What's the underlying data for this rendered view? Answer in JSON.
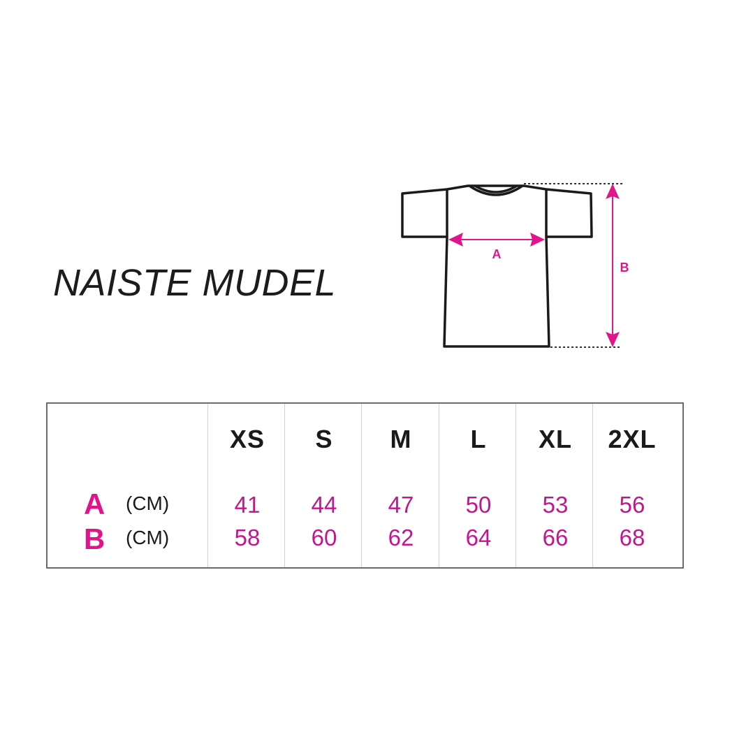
{
  "title": "NAISTE MUDEL",
  "diagram": {
    "label_a": "A",
    "label_b": "B",
    "accent_color": "#e0158c"
  },
  "table": {
    "sizes": [
      "XS",
      "S",
      "M",
      "L",
      "XL",
      "2XL"
    ],
    "rows": [
      {
        "label": "A",
        "unit": "(CM)",
        "values": [
          "41",
          "44",
          "47",
          "50",
          "53",
          "56"
        ]
      },
      {
        "label": "B",
        "unit": "(CM)",
        "values": [
          "58",
          "60",
          "62",
          "64",
          "66",
          "68"
        ]
      }
    ]
  },
  "chart_data": {
    "type": "table",
    "title": "NAISTE MUDEL",
    "categories": [
      "XS",
      "S",
      "M",
      "L",
      "XL",
      "2XL"
    ],
    "series": [
      {
        "name": "A (CM)",
        "values": [
          41,
          44,
          47,
          50,
          53,
          56
        ]
      },
      {
        "name": "B (CM)",
        "values": [
          58,
          60,
          62,
          64,
          66,
          68
        ]
      }
    ]
  }
}
